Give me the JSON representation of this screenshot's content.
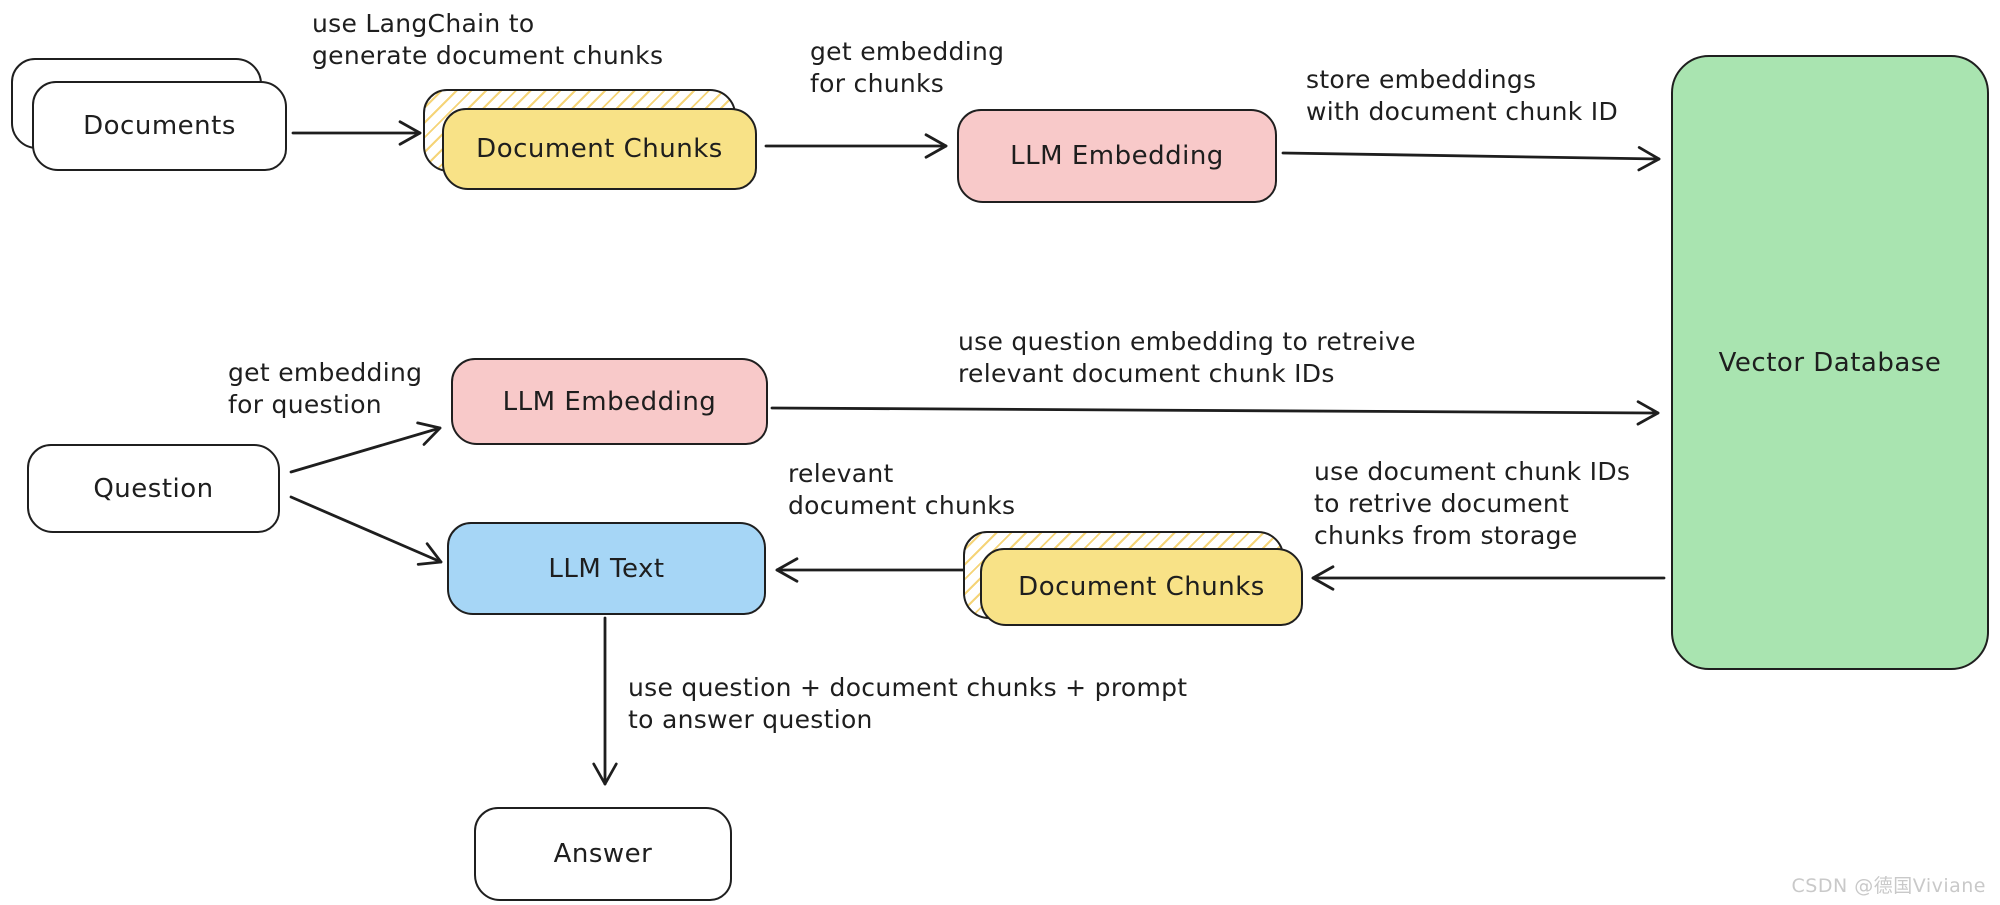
{
  "diagram_type": "flow-diagram",
  "topic": "RAG pipeline with LangChain (Excalidraw-style sketch)",
  "colors": {
    "stroke": "#1f1f1f",
    "text": "#1e1e1e",
    "yellow_fill": "#f8e287",
    "pink_fill": "#f8c9c9",
    "blue_fill": "#a6d6f6",
    "green_fill": "#a9e4b0",
    "white_fill": "#ffffff",
    "hatch_stripe": "#f2c64b",
    "watermark_gray": "#c9c9c9"
  },
  "nodes": {
    "documents": {
      "label": "Documents",
      "fill": "#ffffff",
      "stacked": true
    },
    "doc_chunks_top": {
      "label": "Document Chunks",
      "fill": "#f8e287",
      "stacked": true
    },
    "llm_embedding_top": {
      "label": "LLM Embedding",
      "fill": "#f8c9c9",
      "stacked": false
    },
    "vector_db": {
      "label": "Vector Database",
      "fill": "#a9e4b0",
      "stacked": false
    },
    "question": {
      "label": "Question",
      "fill": "#ffffff",
      "stacked": false
    },
    "llm_embedding_mid": {
      "label": "LLM Embedding",
      "fill": "#f8c9c9",
      "stacked": false
    },
    "llm_text": {
      "label": "LLM Text",
      "fill": "#a6d6f6",
      "stacked": false
    },
    "doc_chunks_bottom": {
      "label": "Document Chunks",
      "fill": "#f8e287",
      "stacked": true
    },
    "answer": {
      "label": "Answer",
      "fill": "#ffffff",
      "stacked": false
    }
  },
  "edge_labels": {
    "use_langchain": "use LangChain to\ngenerate document chunks",
    "get_embedding_chunks": "get embedding\nfor chunks",
    "store_embeddings": "store embeddings\nwith document chunk ID",
    "get_embedding_question": "get embedding\nfor question",
    "use_question_embedding": "use question embedding to retreive\nrelevant document chunk IDs",
    "use_chunk_ids": "use document chunk IDs\nto retrive document\nchunks from storage",
    "relevant_chunks": "relevant\ndocument chunks",
    "use_question_prompt": "use question + document chunks + prompt\nto answer question"
  },
  "edges": [
    {
      "from": "documents",
      "to": "doc_chunks_top",
      "label_key": "use_langchain"
    },
    {
      "from": "doc_chunks_top",
      "to": "llm_embedding_top",
      "label_key": "get_embedding_chunks"
    },
    {
      "from": "llm_embedding_top",
      "to": "vector_db",
      "label_key": "store_embeddings"
    },
    {
      "from": "question",
      "to": "llm_embedding_mid",
      "label_key": "get_embedding_question"
    },
    {
      "from": "question",
      "to": "llm_text",
      "label_key": null
    },
    {
      "from": "llm_embedding_mid",
      "to": "vector_db",
      "label_key": "use_question_embedding"
    },
    {
      "from": "vector_db",
      "to": "doc_chunks_bottom",
      "label_key": "use_chunk_ids"
    },
    {
      "from": "doc_chunks_bottom",
      "to": "llm_text",
      "label_key": "relevant_chunks"
    },
    {
      "from": "llm_text",
      "to": "answer",
      "label_key": "use_question_prompt"
    }
  ],
  "watermark": "CSDN @德国Viviane"
}
